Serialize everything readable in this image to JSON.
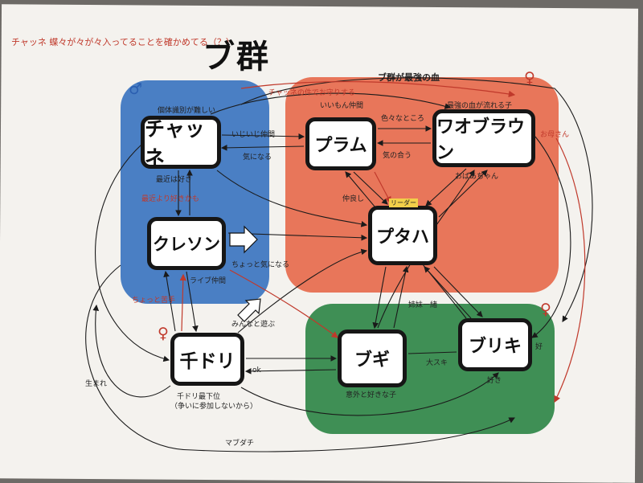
{
  "title": "ブ群",
  "header_note": "チャッネ 蝶々が々が々入ってることを確かめてる（？）",
  "group_label": "ブ群が最強の血",
  "colors": {
    "blue_region": "#4a7fc4",
    "red_region": "#e8765a",
    "green_region": "#3f8f55",
    "male_symbol": "#2b5fb0",
    "female_symbol": "#c0392b"
  },
  "symbols": {
    "male": "♂",
    "female": "♀"
  },
  "nodes": {
    "chatsune": "チャッネ",
    "kureson": "クレソン",
    "chidori": "千ドリ",
    "puramu": "プラム",
    "waoburaun": "ワオブラウン",
    "putaha": "プタハ",
    "bugi": "ブギ",
    "buriki": "ブリキ"
  },
  "leader_label": "リーダー",
  "notes": {
    "chatsune_top": "個体識別が難しい",
    "chatsune_side": "最近は好き",
    "chatsune_kureson": "最近より好きかも",
    "chatsune_puramu_1": "いじいじ仲間",
    "chatsune_puramu_2": "気になる",
    "puramu_top": "いいもん仲間",
    "puramu_wao_1": "色々なところ",
    "puramu_wao_2": "気の合う",
    "wao_top": "最強の血が流れる子",
    "wao_mother": "おばあちゃん",
    "wao_right": "お母さん",
    "red_top": "チャッネの件でお守りする",
    "kureson_right": "ちょっと気になる",
    "kureson_bottom": "ライブ仲間",
    "chidori_bottom_1": "千ドリ最下位",
    "chidori_bottom_2": "（争いに参加しないから）",
    "chidori_left": "ちょっと苦手",
    "chidori_ok": "ok",
    "bugi_bottom": "意外と好きな子",
    "bugi_buriki": "大スキ",
    "buriki_bottom": "好き",
    "buriki_right": "好",
    "green_top": "姉妹一緒",
    "putaha_lower": "仲良し",
    "bottom_center": "みんなと遊ぶ",
    "left_edge": "生まれ",
    "bottom_left": "マブダチ"
  }
}
